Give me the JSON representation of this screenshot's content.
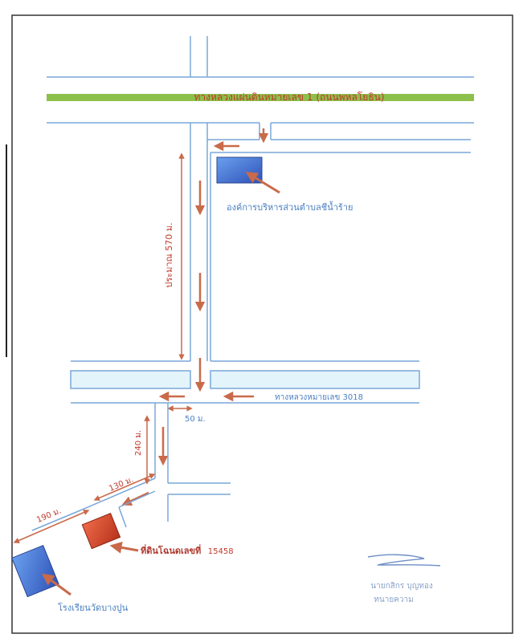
{
  "map": {
    "highway_main_label": "ทางหลวงแผ่นดินหมายเลข 1 (ถนนพหลโยธิน)",
    "highway_3018_label": "ทางหลวงหมายเลข 3018",
    "sao_office_label": "องค์การบริหารส่วนตำบลชีน้ำร้าย",
    "distance_570_label": "ประมาณ 570 ม.",
    "distance_50_label": "50 ม.",
    "distance_240_label": "240 ม.",
    "distance_130_label": "130 ม.",
    "distance_190_label": "190 ม.",
    "land_plot_label": "ที่ดินโฉนดเลขที่",
    "land_plot_number": "15458",
    "school_label": "โรงเรียนวัดบางปูน",
    "signer_name": "นายกสิกร บุญทอง",
    "signer_title": "ทนายความ"
  },
  "colors": {
    "road_line": "#7aa7d8",
    "road_fill": "#e4f4fb",
    "highway_green": "#8dc04a",
    "arrow_red": "#c96a4a",
    "building_blue": "#3f6fd0",
    "land_red": "#d9432b",
    "label_blue": "#4a7fc1",
    "frame": "#333333"
  }
}
